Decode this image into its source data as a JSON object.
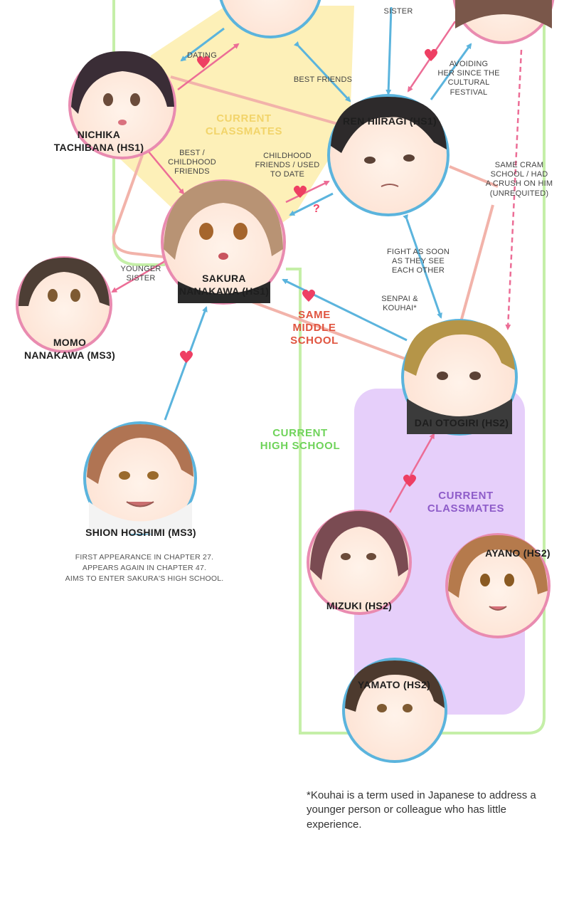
{
  "groups": {
    "current_classmates_hs1": "CURRENT\nCLASSMATES",
    "same_middle_school": "SAME\nMIDDLE\nSCHOOL",
    "current_high_school": "CURRENT\nHIGH SCHOOL",
    "current_classmates_hs2": "CURRENT\nCLASSMATES"
  },
  "characters": {
    "nichika": "NICHIKA\nTACHIBANA (HS1)",
    "ren": "REN HIIRAGI (HS1)",
    "sakura": "SAKURA\nNANAKAWA (HS1)",
    "momo": "MOMO\nNANAKAWA (MS3)",
    "shion": "SHION HOSHIMI (MS3)",
    "dai": "DAI OTOGIRI (HS2)",
    "mizuki": "MIZUKI (HS2)",
    "ayano": "AYANO (HS2)",
    "yamato": "YAMATO (HS2)"
  },
  "relations": {
    "sister": "SISTER",
    "dating": "DATING",
    "best_friends": "BEST FRIENDS",
    "avoiding": "AVOIDING\nHER SINCE THE\nCULTURAL\nFESTIVAL",
    "best_childhood": "BEST /\nCHILDHOOD\nFRIENDS",
    "childhood_used_to_date": "CHILDHOOD\nFRIENDS / USED\nTO DATE",
    "cram_school": "SAME CRAM\nSCHOOL / HAD\nA CRUSH ON HIM\n(UNREQUITED)",
    "younger_sister": "YOUNGER\nSISTER",
    "fight": "FIGHT AS SOON\nAS THEY SEE\nEACH OTHER",
    "senpai_kouhai": "SENPAI &\nKOUHAI*"
  },
  "notes": {
    "shion_note": "FIRST APPEARANCE IN CHAPTER 27.\nAPPEARS AGAIN IN CHAPTER 47.\nAIMS TO ENTER SAKURA'S HIGH SCHOOL.",
    "footnote": "*Kouhai is a term used in Japanese to address a younger person or colleague who has little experience."
  },
  "colors": {
    "blue_ring": "#5bb4dd",
    "pink_ring": "#e98bb0",
    "yellow_zone": "#fdf0b8",
    "green_border": "#c5efa8",
    "purple_zone": "#e6cffa",
    "salmon_line": "#f2b3aa",
    "heart": "#ee3f63"
  }
}
